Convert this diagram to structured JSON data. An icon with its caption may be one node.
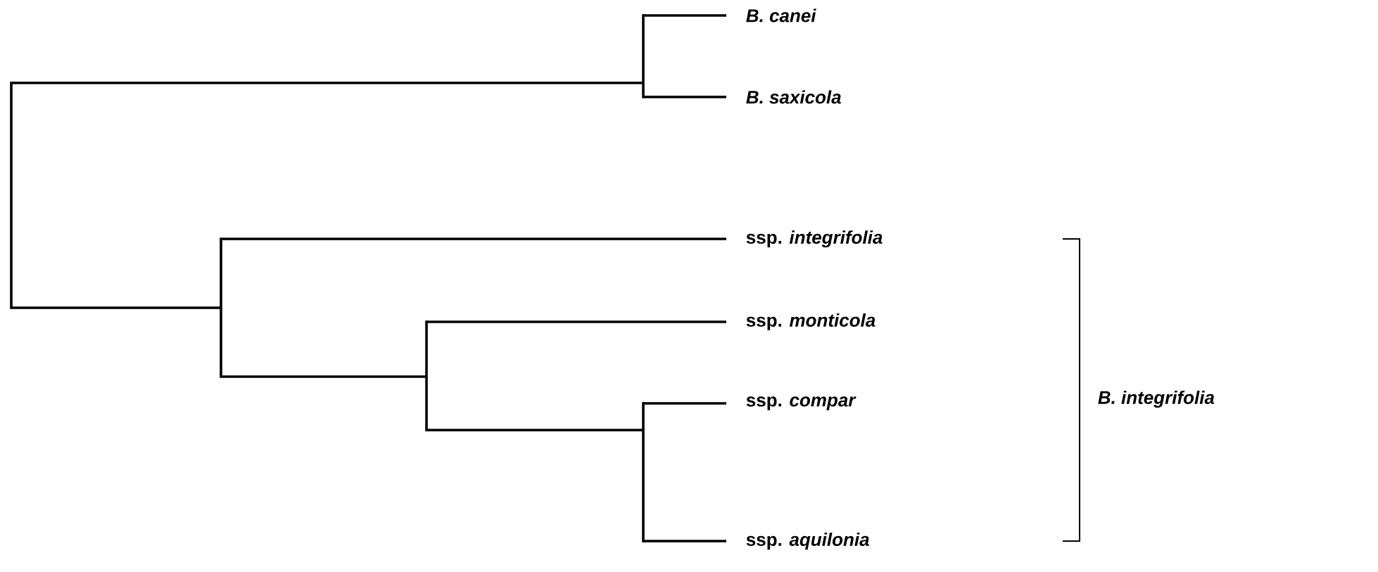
{
  "diagram": {
    "nodes": [
      {
        "text": [
          "B. canei"
        ]
      },
      {
        "text": [
          "B. saxicola"
        ]
      },
      {
        "text": [
          "ssp. *integrifolia*"
        ]
      },
      {
        "text": [
          "ssp. *monticola*"
        ]
      },
      {
        "text": [
          "ssp. *compar*"
        ]
      },
      {
        "text": [
          "ssp. *aquilonia*"
        ]
      }
    ],
    "edges": [
      {
        "from": null,
        "to": 0,
        "arrow": "none"
      },
      {
        "from": null,
        "to": 1,
        "arrow": "none"
      },
      {
        "from": null,
        "to": 2,
        "arrow": "none"
      },
      {
        "from": null,
        "to": 3,
        "arrow": "none"
      },
      {
        "from": null,
        "to": 4,
        "arrow": "none"
      },
      {
        "from": null,
        "to": 5,
        "arrow": "none"
      }
    ],
    "labels": [
      "B. integrifolia"
    ]
  }
}
